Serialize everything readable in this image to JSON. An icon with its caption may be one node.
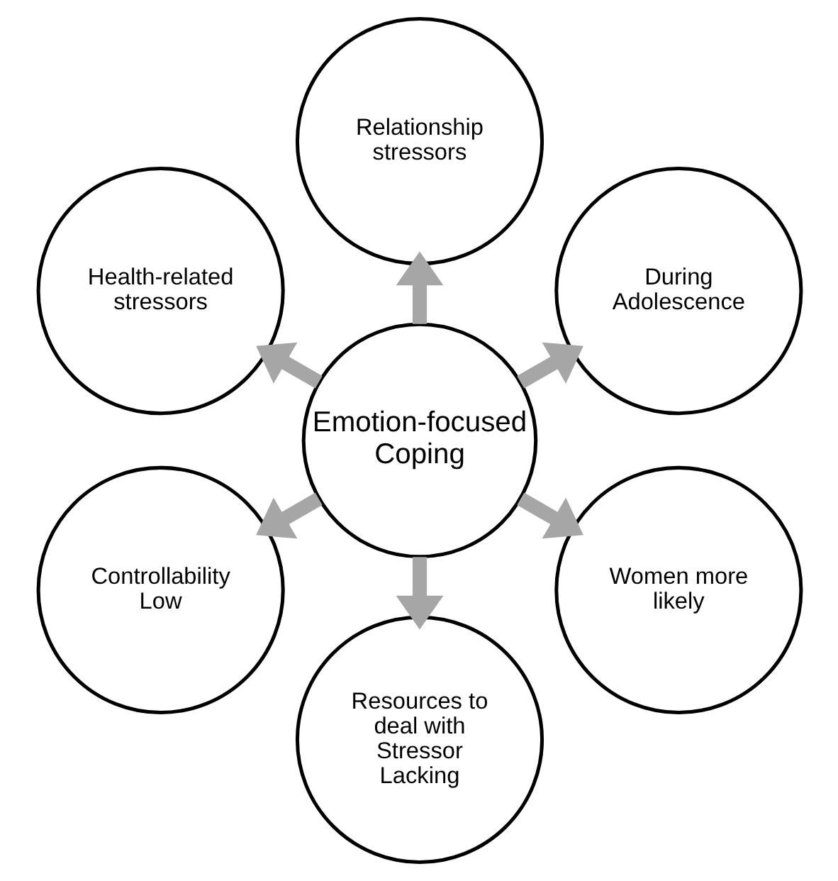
{
  "diagram": {
    "nodes": [
      {
        "text": [
          "Relationship stressors"
        ]
      },
      {
        "text": [
          "Health-related stressors"
        ]
      },
      {
        "text": [
          "During Adolescence"
        ]
      },
      {
        "text": [
          "Emotion-focused Coping"
        ]
      },
      {
        "text": [
          "Controllability Low"
        ]
      },
      {
        "text": [
          "Women more likely"
        ]
      },
      {
        "text": [
          "Resources to deal with Stressor Lacking"
        ]
      }
    ],
    "edges": [
      {
        "from": 3,
        "to": 0,
        "arrow": "to"
      },
      {
        "from": 3,
        "to": 2,
        "arrow": "to"
      },
      {
        "from": 3,
        "to": 5,
        "arrow": "to"
      },
      {
        "from": 3,
        "to": 6,
        "arrow": "to"
      },
      {
        "from": 3,
        "to": 4,
        "arrow": "to"
      },
      {
        "from": 3,
        "to": 1,
        "arrow": "to"
      }
    ]
  }
}
